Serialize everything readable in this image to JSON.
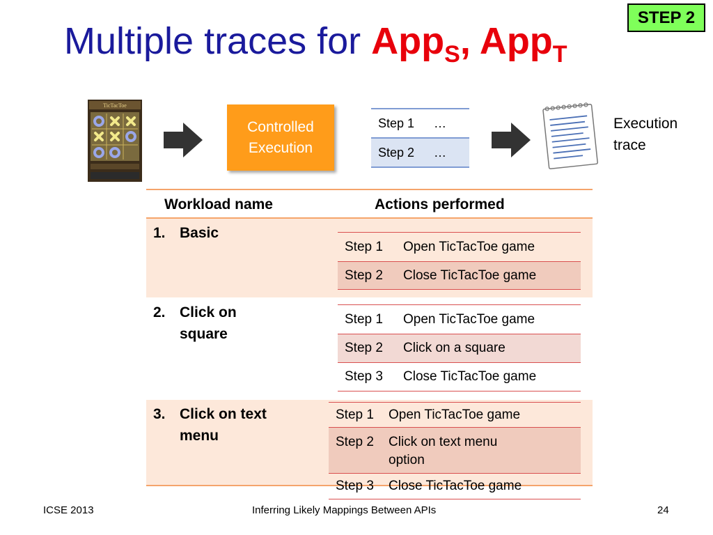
{
  "badge": "STEP 2",
  "title": {
    "prefix": "Multiple traces for ",
    "app1": "App",
    "app1_sub": "S",
    "sep": ", ",
    "app2": "App",
    "app2_sub": "T"
  },
  "flow": {
    "controlled_line1": "Controlled",
    "controlled_line2": "Execution",
    "mini_steps": [
      {
        "step": "Step 1",
        "action": "…"
      },
      {
        "step": "Step 2",
        "action": "…"
      }
    ],
    "trace_line1": "Execution",
    "trace_line2": "trace",
    "phone_title": "TicTacToe"
  },
  "table": {
    "col_workload": "Workload name",
    "col_actions": "Actions performed",
    "workloads": [
      {
        "num": "1.",
        "name": "Basic",
        "steps": [
          {
            "step": "Step 1",
            "action": "Open TicTacToe game"
          },
          {
            "step": "Step 2",
            "action": "Close TicTacToe game"
          }
        ]
      },
      {
        "num": "2.",
        "name": "Click on square",
        "steps": [
          {
            "step": "Step 1",
            "action": "Open TicTacToe game"
          },
          {
            "step": "Step 2",
            "action": "Click on a square"
          },
          {
            "step": "Step 3",
            "action": "Close TicTacToe game"
          }
        ]
      },
      {
        "num": "3.",
        "name": "Click on text menu",
        "steps": [
          {
            "step": "Step 1",
            "action": "Open TicTacToe game"
          },
          {
            "step": "Step 2",
            "action": "Click on text menu option"
          },
          {
            "step": "Step 3",
            "action": "Close TicTacToe game"
          }
        ]
      }
    ]
  },
  "footer": {
    "left": "ICSE 2013",
    "center": "Inferring Likely Mappings Between APIs",
    "page": "24"
  },
  "colors": {
    "title": "#1a1a9c",
    "app": "#e8000b",
    "badge": "#7fff5a",
    "controlled": "#ff9c1a"
  }
}
